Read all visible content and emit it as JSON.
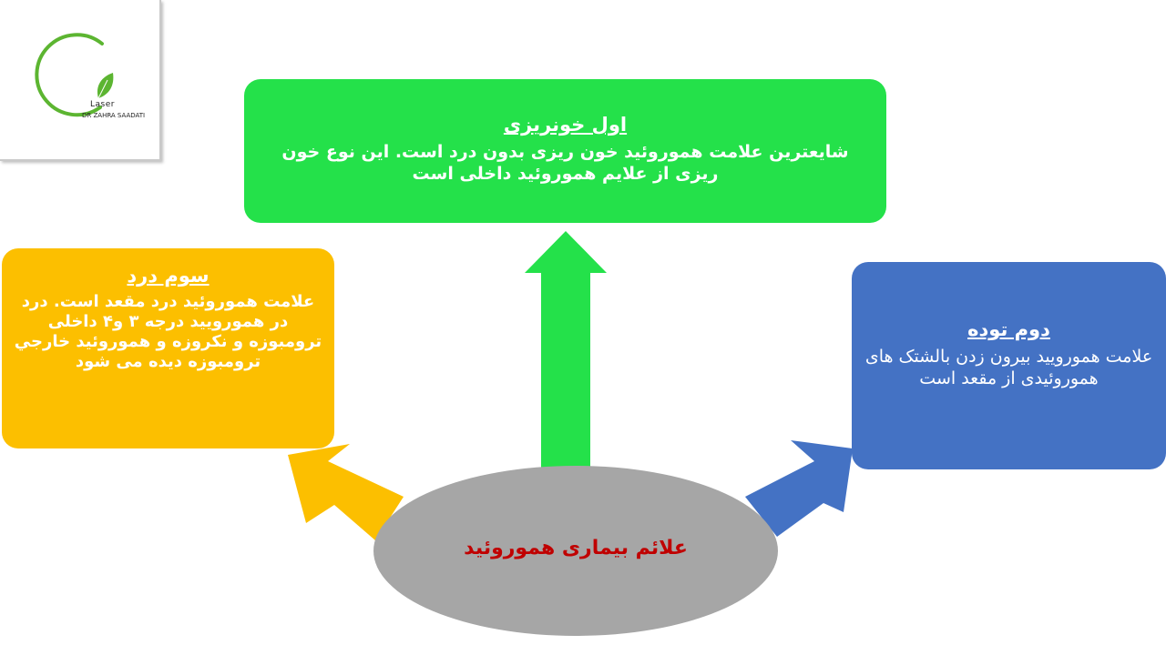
{
  "logo": {
    "line1": "Laser",
    "line2": "DR ZAHRA SAADATI"
  },
  "center": {
    "title": "علائم بیماری هموروئید"
  },
  "boxes": {
    "first": {
      "title": "اول خونریزی",
      "body": "شایعترین علامت هموروئید خون ریزی بدون درد است. این نوع خون ریزی  از علایم هموروئید داخلی است"
    },
    "second": {
      "title": "دوم توده",
      "body": "علامت همورویید بیرون زدن بالشتک های هموروئیدی از مقعد است"
    },
    "third": {
      "title": "سوم درد",
      "body": "علامت هموروئید درد مقعد است. درد در همورویید درجه ۳ و۴ داخلی ترومبوزه و نکروزه و هموروئید خارجي ترومبوزه دیده می شود"
    }
  },
  "colors": {
    "green": "#24e14a",
    "yellow": "#fcbf00",
    "blue": "#4472c4",
    "gray": "#a6a6a6",
    "title_red": "#c00000"
  }
}
